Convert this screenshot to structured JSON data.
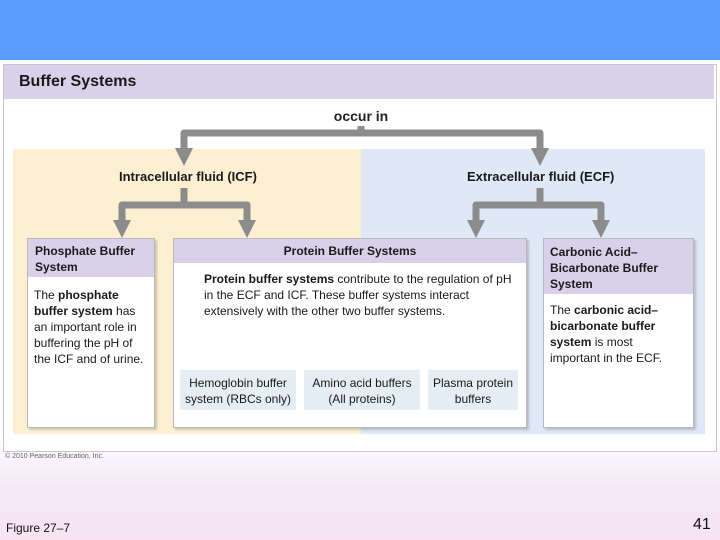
{
  "panel": {
    "title": "Buffer Systems"
  },
  "connector": {
    "label": "occur in"
  },
  "fluids": {
    "icf": "Intracellular fluid (ICF)",
    "ecf": "Extracellular fluid (ECF)"
  },
  "phosphate": {
    "title_line1": "Phosphate Buffer",
    "title_line2": "System",
    "body": [
      {
        "t": "The ",
        "b": false
      },
      {
        "t": "phosphate",
        "b": true
      },
      {
        "t": " ",
        "b": false
      },
      {
        "t": "buffer system",
        "b": true
      },
      {
        "t": " has an important role in buffering the pH of the ICF and of urine.",
        "b": false
      }
    ]
  },
  "protein": {
    "title": "Protein Buffer Systems",
    "body": [
      {
        "t": "Protein buffer systems",
        "b": true
      },
      {
        "t": " contribute to the regulation of pH in the ECF and ICF. These buffer systems interact extensively with the other two buffer systems.",
        "b": false
      }
    ],
    "subs": [
      {
        "line1": "Hemoglobin buffer",
        "line2": "system (RBCs only)"
      },
      {
        "line1": "Amino acid buffers",
        "line2": "(All proteins)"
      },
      {
        "line1": "Plasma protein",
        "line2": "buffers"
      }
    ]
  },
  "carbonic": {
    "title_line1": "Carbonic Acid–",
    "title_line2": "Bicarbonate Buffer",
    "title_line3": "System",
    "body": [
      {
        "t": "The ",
        "b": false
      },
      {
        "t": "carbonic acid–bicarbonate buffer system",
        "b": true
      },
      {
        "t": " is most important in the ECF.",
        "b": false
      }
    ]
  },
  "footer": {
    "copyright": "© 2010 Pearson Education, Inc.",
    "figure": "Figure 27–7",
    "page": "41"
  },
  "colors": {
    "topbar": "#5b9dfc",
    "header": "#d8d1e9",
    "icf": "#fdf0d2",
    "ecf": "#dfe8f6",
    "arrow": "#8c8c8c"
  }
}
